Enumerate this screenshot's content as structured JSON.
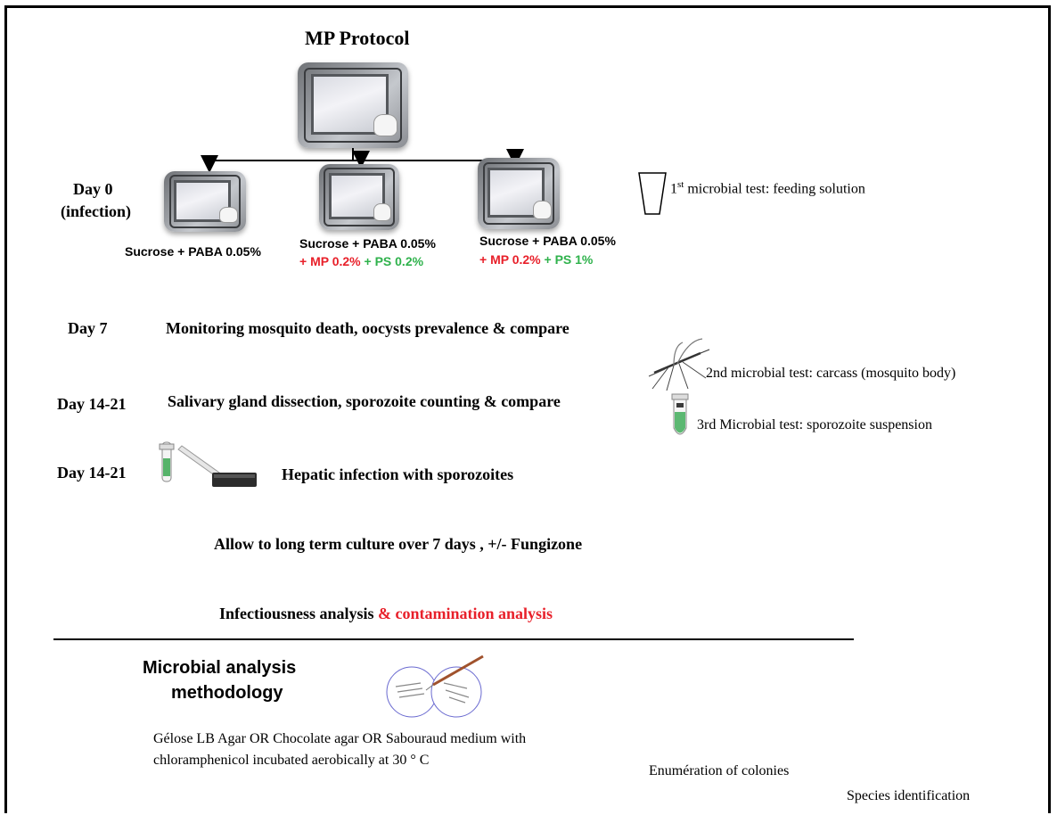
{
  "title": "MP Protocol",
  "day0": {
    "label_line1": "Day 0",
    "label_line2": "(infection)",
    "groups": [
      {
        "line1": "Sucrose + PABA 0.05%"
      },
      {
        "line1": "Sucrose + PABA 0.05%",
        "mp": "+ MP 0.2%",
        "ps": "+ PS 0.2%"
      },
      {
        "line1": "Sucrose + PABA 0.05%",
        "mp": "+ MP 0.2%",
        "ps": "+ PS 1%"
      }
    ],
    "test1_prefix": "1",
    "test1_sup": "st",
    "test1_text": " microbial  test:  feeding  solution"
  },
  "steps": [
    {
      "day": "Day 7",
      "text": "Monitoring  mosquito  death,  oocysts prevalence & compare"
    },
    {
      "day": "Day 14-21",
      "text": "Salivary  gland  dissection,  sporozoite  counting  &  compare"
    },
    {
      "day": "Day 14-21",
      "text": "Hepatic  infection  with  sporozoites"
    }
  ],
  "tests": {
    "second": "2nd microbial  test:  carcass  (mosquito  body)",
    "third": "3rd Microbial  test:  sporozoite  suspension"
  },
  "culture": "Allow  to  long  term  culture  over  7  days  ,  +/-  Fungizone",
  "analysis": {
    "part1": "Infectiousness analysis ",
    "part2": "& contamination  analysis"
  },
  "methodology": {
    "heading_line1": "Microbial analysis",
    "heading_line2": "methodology",
    "media_line1": "Gélose LB Agar  OR  Chocolate agar  OR  Sabouraud  medium  with",
    "media_line2": "chloramphenicol  incubated  aerobically  at  30 ° C",
    "enumeration": "Enumération  of colonies",
    "species": "Species identification"
  },
  "colors": {
    "red": "#e8202a",
    "green": "#2fb24c"
  }
}
